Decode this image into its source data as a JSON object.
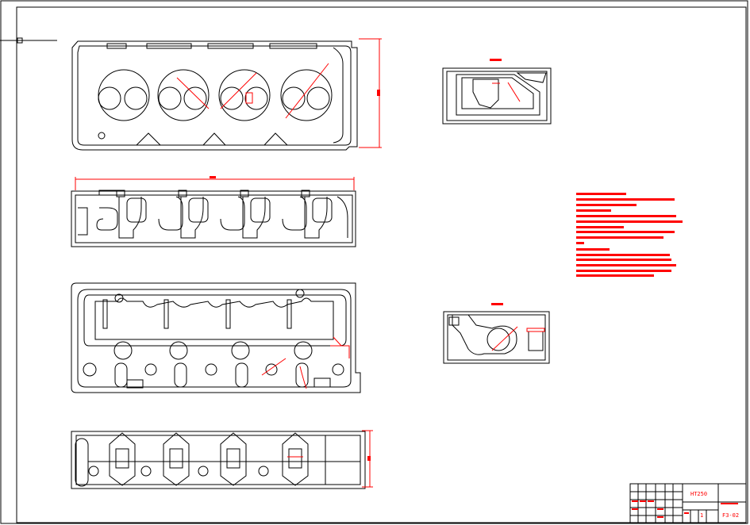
{
  "drawing": {
    "title_block": {
      "material": "HT250",
      "drawing_number": "F3-02",
      "scale_marks": [
        "1:1",
        "1"
      ]
    },
    "colors": {
      "line": "#000000",
      "annotation": "#ff0000",
      "background": "#ffffff"
    }
  }
}
